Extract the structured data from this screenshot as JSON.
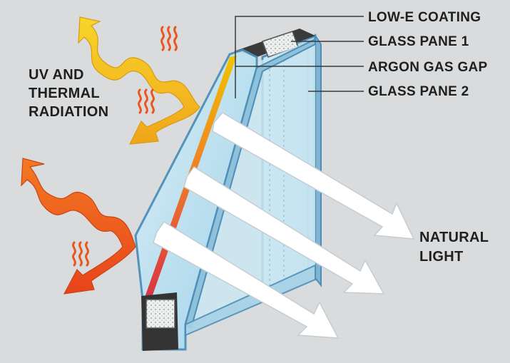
{
  "labels": {
    "low_e_coating": "LOW-E COATING",
    "glass_pane_1": "GLASS PANE 1",
    "argon_gas_gap": "ARGON GAS GAP",
    "glass_pane_2": "GLASS PANE 2",
    "uv_thermal": "UV AND\nTHERMAL\nRADIATION",
    "natural_light": "NATURAL\nLIGHT"
  },
  "colors": {
    "background": "#d9dbdd",
    "glass": "#bfe1f0",
    "glass_edge": "#4d8fb8",
    "low_e_gradient": [
      "#f2c200",
      "#e2373a"
    ],
    "spacer": "#2d2d2d",
    "heat_yellow": "#f2c21b",
    "heat_orange": "#ee5a1c",
    "light_arrow": "#ffffff"
  },
  "icons": [
    "heat-wave-icon",
    "curved-radiation-arrow-icon",
    "light-ray-arrow-icon"
  ]
}
